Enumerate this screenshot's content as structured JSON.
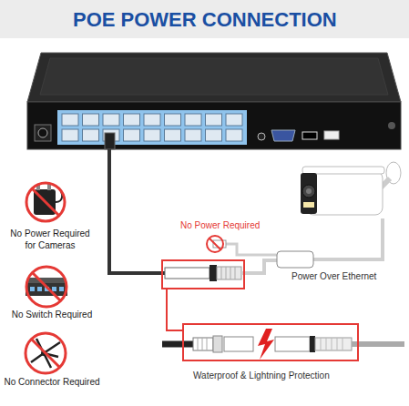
{
  "diagram": {
    "title": "POE POWER CONNECTION",
    "nodes": [
      {
        "text": [
          "Power Over Ethernet"
        ]
      },
      {
        "text": [
          "Waterproof & Lightning Protection"
        ]
      }
    ],
    "edges": [
      {
        "from": 0,
        "to": 1,
        "arrow": "none"
      }
    ],
    "labels": [
      "No Power Required",
      "No Power Required for Cameras",
      "No Switch Required",
      "No Connector Required"
    ]
  }
}
